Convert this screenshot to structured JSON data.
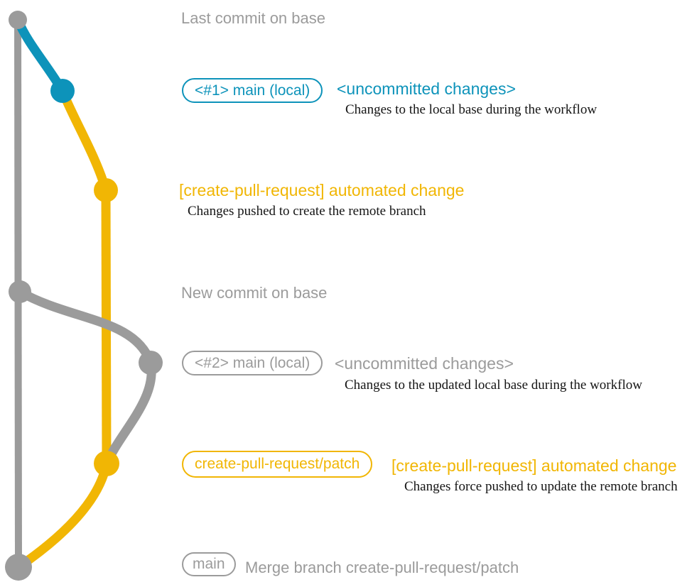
{
  "colors": {
    "gray": "#9b9b9b",
    "blue": "#0d93ba",
    "yellow": "#f1b604",
    "ink": "#151515"
  },
  "graph": {
    "last_commit_label": "Last commit on base",
    "new_commit_label": "New commit on base",
    "commit1": {
      "badge": "<#1> main (local)",
      "status": "<uncommitted changes>",
      "description": "Changes to the local base during the workflow"
    },
    "push1": {
      "message": "[create-pull-request] automated change",
      "description": "Changes pushed to create the remote branch"
    },
    "commit2": {
      "badge": "<#2> main (local)",
      "status": "<uncommitted changes>",
      "description": "Changes to the updated local base during the workflow"
    },
    "push2": {
      "badge": "create-pull-request/patch",
      "message": "[create-pull-request] automated change",
      "description": "Changes force pushed to update the remote branch"
    },
    "merge": {
      "badge": "main",
      "message": "Merge branch create-pull-request/patch"
    }
  }
}
